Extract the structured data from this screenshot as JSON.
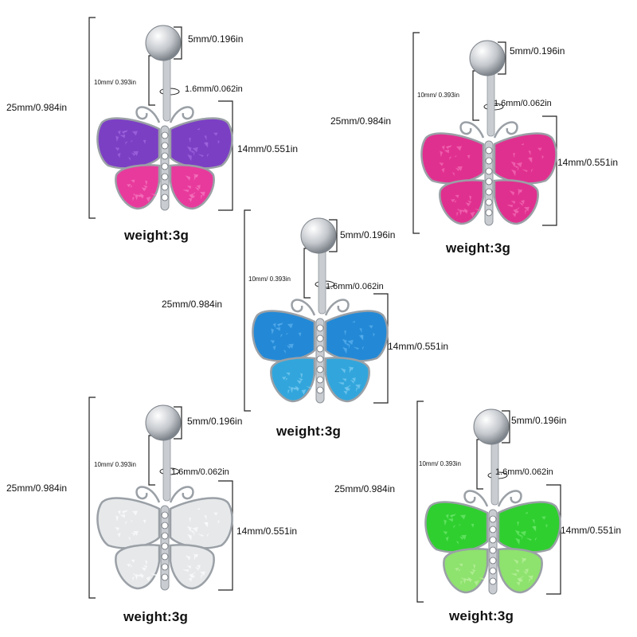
{
  "items": [
    {
      "color_name": "purple-pink",
      "wing_top": "#7b3fc4",
      "wing_top_light": "#a06ae0",
      "wing_bottom": "#e83a9c",
      "wing_bottom_light": "#f47ac0",
      "dims": {
        "total": "25mm/0.984in",
        "ball": "5mm/0.196in",
        "bar": "10mm/ 0.393in",
        "gauge": "1.6mm/0.062in",
        "pendant": "14mm/0.551in"
      },
      "weight": "weight:3g"
    },
    {
      "color_name": "pink",
      "wing_top": "#e0308f",
      "wing_top_light": "#f26cb6",
      "wing_bottom": "#e0308f",
      "wing_bottom_light": "#f26cb6",
      "dims": {
        "total": "25mm/0.984in",
        "ball": "5mm/0.196in",
        "bar": "10mm/ 0.393in",
        "gauge": "1.6mm/0.062in",
        "pendant": "14mm/0.551in"
      },
      "weight": "weight:3g"
    },
    {
      "color_name": "blue",
      "wing_top": "#2389d6",
      "wing_top_light": "#5cb0ee",
      "wing_bottom": "#32a6dc",
      "wing_bottom_light": "#7ccaf0",
      "dims": {
        "total": "25mm/0.984in",
        "ball": "5mm/0.196in",
        "bar": "10mm/ 0.393in",
        "gauge": "1.6mm/0.062in",
        "pendant": "14mm/0.551in"
      },
      "weight": "weight:3g"
    },
    {
      "color_name": "clear",
      "wing_top": "#e6e8ea",
      "wing_top_light": "#fbfcfc",
      "wing_bottom": "#e6e8ea",
      "wing_bottom_light": "#fbfcfc",
      "dims": {
        "total": "25mm/0.984in",
        "ball": "5mm/0.196in",
        "bar": "10mm/ 0.393in",
        "gauge": "1.6mm/0.062in",
        "pendant": "14mm/0.551in"
      },
      "weight": "weight:3g"
    },
    {
      "color_name": "green",
      "wing_top": "#2fcf2f",
      "wing_top_light": "#6ee86e",
      "wing_bottom": "#8ee26e",
      "wing_bottom_light": "#b8f09e",
      "dims": {
        "total": "25mm/0.984in",
        "ball": "5mm/0.196in",
        "bar": "10mm/ 0.393in",
        "gauge": "1.6mm/0.062in",
        "pendant": "14mm/0.551in"
      },
      "weight": "weight:3g"
    }
  ]
}
